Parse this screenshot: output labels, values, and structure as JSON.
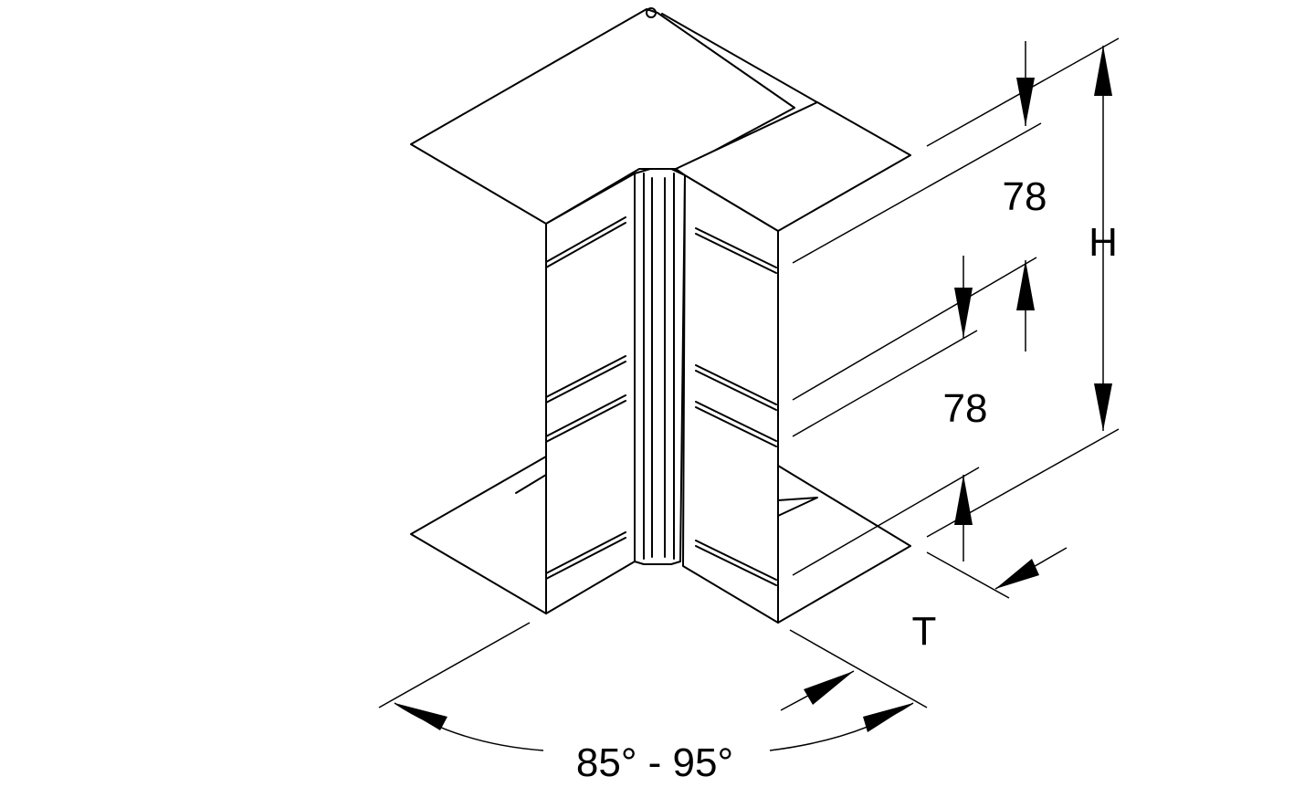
{
  "drawing": {
    "dim_top_height": "78",
    "dim_total_height": "H",
    "dim_lower_height": "78",
    "dim_depth": "T",
    "angle_range": "85° - 95°"
  }
}
